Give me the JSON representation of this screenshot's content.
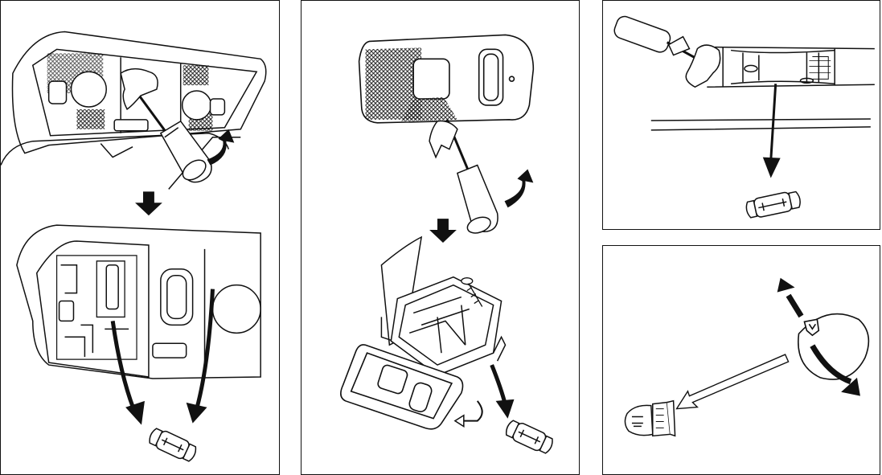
{
  "figure": {
    "panels": [
      {
        "step": "remove-lens-dome-light",
        "icons": [
          "screwdriver-icon",
          "cloth-icon",
          "lift-arrow-icon",
          "down-arrow-icon",
          "bulb-icon"
        ]
      },
      {
        "step": "remove-lens-map-light",
        "icons": [
          "screwdriver-icon",
          "cloth-icon",
          "lift-arrow-icon",
          "down-arrow-icon",
          "screw-icon",
          "rotate-arrow-icon",
          "bulb-icon"
        ]
      },
      {
        "step": "remove-lens-cargo-light",
        "icons": [
          "screwdriver-icon",
          "cloth-icon",
          "down-arrow-icon",
          "bulb-icon"
        ]
      },
      {
        "step": "twist-out-socket",
        "icons": [
          "socket-icon",
          "rotate-arrow-icon",
          "pull-arrow-icon",
          "wedge-bulb-icon"
        ]
      }
    ]
  },
  "colors": {
    "line": "#111111",
    "background": "#ffffff"
  }
}
